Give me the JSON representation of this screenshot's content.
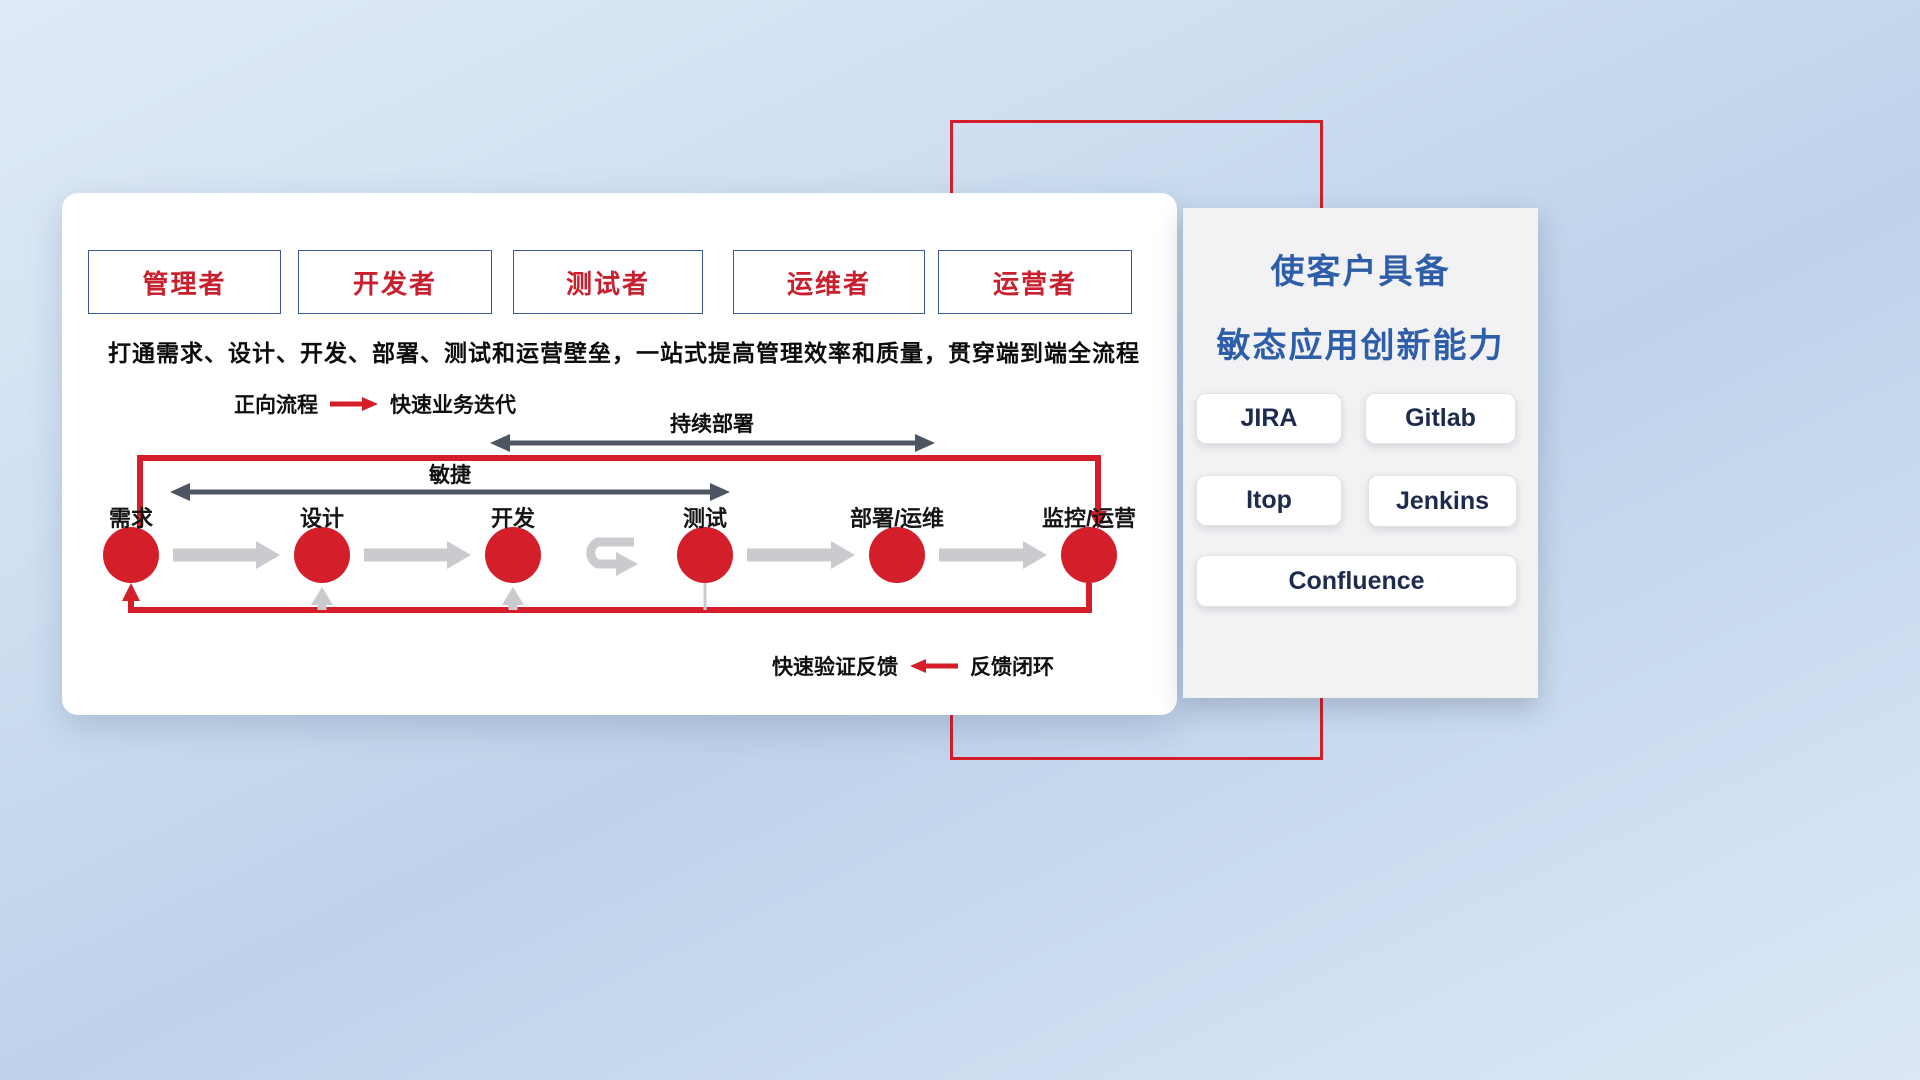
{
  "colors": {
    "red": "#d41e2a",
    "blue_title": "#2f5ea8",
    "dark_arrow": "#4d5563",
    "gray_arrow": "#c9cbcf",
    "role_text": "#c8202e",
    "tool_text": "#1d2b4d"
  },
  "roles": [
    {
      "label": "管理者"
    },
    {
      "label": "开发者"
    },
    {
      "label": "测试者"
    },
    {
      "label": "运维者"
    },
    {
      "label": "运营者"
    }
  ],
  "subtitle": "打通需求、设计、开发、部署、测试和运营壁垒，一站式提高管理效率和质量，贯穿端到端全流程",
  "legend_forward": {
    "label": "正向流程",
    "desc": "快速业务迭代"
  },
  "flow_labels": {
    "continuous_deploy": "持续部署",
    "agile": "敏捷"
  },
  "stages": [
    {
      "label": "需求"
    },
    {
      "label": "设计"
    },
    {
      "label": "开发"
    },
    {
      "label": "测试"
    },
    {
      "label": "部署/运维"
    },
    {
      "label": "监控/运营"
    }
  ],
  "legend_feedback": {
    "label": "快速验证反馈",
    "desc": "反馈闭环"
  },
  "right_panel": {
    "title_line1": "使客户具备",
    "title_line2": "敏态应用创新能力",
    "tools": [
      {
        "label": "JIRA"
      },
      {
        "label": "Gitlab"
      },
      {
        "label": "Itop"
      },
      {
        "label": "Jenkins"
      },
      {
        "label": "Confluence"
      }
    ]
  }
}
